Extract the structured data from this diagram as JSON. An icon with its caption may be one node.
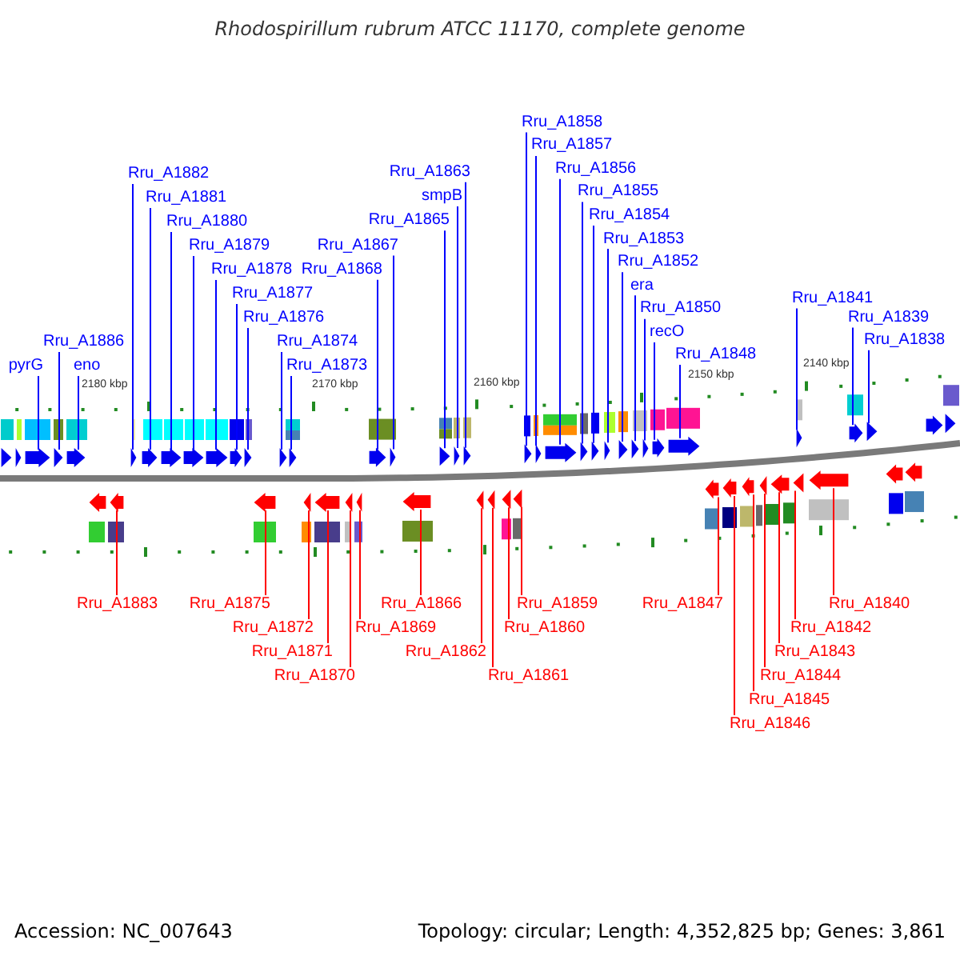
{
  "diagram": {
    "title": "Rhodospirillum rubrum ATCC 11170, complete genome",
    "nodes": [
      {
        "text": [
          "pyrG"
        ]
      },
      {
        "text": [
          "Rru_A1886"
        ]
      },
      {
        "text": [
          "eno"
        ]
      },
      {
        "text": [
          "Rru_A1882"
        ]
      },
      {
        "text": [
          "Rru_A1881"
        ]
      },
      {
        "text": [
          "Rru_A1880"
        ]
      },
      {
        "text": [
          "Rru_A1879"
        ]
      },
      {
        "text": [
          "Rru_A1878"
        ]
      },
      {
        "text": [
          "Rru_A1877"
        ]
      },
      {
        "text": [
          "Rru_A1876"
        ]
      },
      {
        "text": [
          "Rru_A1874"
        ]
      },
      {
        "text": [
          "Rru_A1873"
        ]
      },
      {
        "text": [
          "Rru_A1868"
        ]
      },
      {
        "text": [
          "Rru_A1867"
        ]
      },
      {
        "text": [
          "Rru_A1865"
        ]
      },
      {
        "text": [
          "smpB"
        ]
      },
      {
        "text": [
          "Rru_A1863"
        ]
      },
      {
        "text": [
          "Rru_A1858"
        ]
      },
      {
        "text": [
          "Rru_A1857"
        ]
      },
      {
        "text": [
          "Rru_A1856"
        ]
      },
      {
        "text": [
          "Rru_A1855"
        ]
      },
      {
        "text": [
          "Rru_A1854"
        ]
      },
      {
        "text": [
          "Rru_A1853"
        ]
      },
      {
        "text": [
          "Rru_A1852"
        ]
      },
      {
        "text": [
          "era"
        ]
      },
      {
        "text": [
          "Rru_A1850"
        ]
      },
      {
        "text": [
          "recO"
        ]
      },
      {
        "text": [
          "Rru_A1848"
        ]
      },
      {
        "text": [
          "Rru_A1841"
        ]
      },
      {
        "text": [
          "Rru_A1839"
        ]
      },
      {
        "text": [
          "Rru_A1838"
        ]
      },
      {
        "text": [
          "Rru_A1883"
        ]
      },
      {
        "text": [
          "Rru_A1875"
        ]
      },
      {
        "text": [
          "Rru_A1872"
        ]
      },
      {
        "text": [
          "Rru_A1871"
        ]
      },
      {
        "text": [
          "Rru_A1870"
        ]
      },
      {
        "text": [
          "Rru_A1869"
        ]
      },
      {
        "text": [
          "Rru_A1866"
        ]
      },
      {
        "text": [
          "Rru_A1862"
        ]
      },
      {
        "text": [
          "Rru_A1861"
        ]
      },
      {
        "text": [
          "Rru_A1860"
        ]
      },
      {
        "text": [
          "Rru_A1859"
        ]
      },
      {
        "text": [
          "Rru_A1847"
        ]
      },
      {
        "text": [
          "Rru_A1846"
        ]
      },
      {
        "text": [
          "Rru_A1845"
        ]
      },
      {
        "text": [
          "Rru_A1844"
        ]
      },
      {
        "text": [
          "Rru_A1843"
        ]
      },
      {
        "text": [
          "Rru_A1842"
        ]
      },
      {
        "text": [
          "Rru_A1840"
        ]
      },
      {
        "text": [],
        "shape": "arrow"
      },
      {
        "text": [],
        "shape": "arrow"
      },
      {
        "text": [],
        "shape": "arrow"
      },
      {
        "text": [],
        "shape": "arrow"
      },
      {
        "text": [],
        "shape": "arrow"
      },
      {
        "text": [],
        "shape": "arrow"
      },
      {
        "text": [],
        "shape": "arrow"
      },
      {
        "text": [],
        "shape": "arrow"
      },
      {
        "text": [],
        "shape": "arrow"
      },
      {
        "text": [],
        "shape": "arrow"
      },
      {
        "text": [],
        "shape": "arrow"
      },
      {
        "text": [],
        "shape": "arrow"
      },
      {
        "text": [],
        "shape": "arrow"
      },
      {
        "text": [],
        "shape": "arrow"
      },
      {
        "text": [],
        "shape": "arrow"
      },
      {
        "text": [],
        "shape": "arrow"
      },
      {
        "text": [],
        "shape": "arrow"
      },
      {
        "text": [],
        "shape": "arrow"
      },
      {
        "text": [],
        "shape": "arrow"
      },
      {
        "text": [],
        "shape": "arrow"
      },
      {
        "text": [],
        "shape": "arrow"
      },
      {
        "text": [],
        "shape": "arrow"
      },
      {
        "text": [],
        "shape": "arrow"
      },
      {
        "text": [],
        "shape": "arrow"
      },
      {
        "text": [],
        "shape": "arrow"
      },
      {
        "text": [],
        "shape": "arrow"
      },
      {
        "text": [],
        "shape": "arrow"
      },
      {
        "text": [],
        "shape": "arrow"
      },
      {
        "text": [],
        "shape": "arrow"
      },
      {
        "text": [],
        "shape": "arrow"
      },
      {
        "text": [],
        "shape": "arrow"
      },
      {
        "text": [],
        "shape": "arrow"
      },
      {
        "text": [],
        "shape": "arrow"
      },
      {
        "text": [],
        "shape": "arrow"
      },
      {
        "text": [],
        "shape": "arrow"
      },
      {
        "text": [],
        "shape": "arrow"
      },
      {
        "text": [],
        "shape": "arrow"
      },
      {
        "text": [],
        "shape": "arrow"
      },
      {
        "text": [],
        "shape": "arrow"
      },
      {
        "text": [],
        "shape": "arrow"
      },
      {
        "text": [],
        "shape": "arrow"
      },
      {
        "text": [],
        "shape": "arrow"
      },
      {
        "text": [],
        "shape": "arrow"
      },
      {
        "text": [],
        "shape": "arrow"
      },
      {
        "text": [],
        "shape": "arrow"
      },
      {
        "text": [],
        "shape": "arrow"
      },
      {
        "text": [],
        "shape": "arrow"
      },
      {
        "text": [],
        "shape": "arrow"
      },
      {
        "text": [],
        "shape": "arrow"
      },
      {
        "text": [],
        "shape": "arrow"
      },
      {
        "text": [],
        "shape": "arrow"
      },
      {
        "text": [],
        "shape": "arrow"
      },
      {
        "text": [],
        "shape": "arrow"
      },
      {
        "text": [],
        "shape": "arrow"
      },
      {
        "text": [],
        "shape": "arrow"
      },
      {
        "text": [],
        "shape": "arrow"
      }
    ],
    "edges": [
      {
        "from": 0,
        "to": 49,
        "arrow": "none"
      },
      {
        "from": 1,
        "to": 50,
        "arrow": "none"
      },
      {
        "from": 2,
        "to": 51,
        "arrow": "none"
      },
      {
        "from": 3,
        "to": 52,
        "arrow": "none"
      },
      {
        "from": 4,
        "to": 53,
        "arrow": "none"
      },
      {
        "from": 5,
        "to": 54,
        "arrow": "none"
      },
      {
        "from": 6,
        "to": 55,
        "arrow": "none"
      },
      {
        "from": 7,
        "to": 56,
        "arrow": "none"
      },
      {
        "from": 8,
        "to": 57,
        "arrow": "none"
      },
      {
        "from": 9,
        "to": 58,
        "arrow": "none"
      },
      {
        "from": 10,
        "to": 59,
        "arrow": "none"
      },
      {
        "from": 11,
        "to": 60,
        "arrow": "none"
      },
      {
        "from": 12,
        "to": 61,
        "arrow": "none"
      },
      {
        "from": 13,
        "to": 62,
        "arrow": "none"
      },
      {
        "from": 14,
        "to": 63,
        "arrow": "none"
      },
      {
        "from": 15,
        "to": 64,
        "arrow": "none"
      },
      {
        "from": 16,
        "to": 65,
        "arrow": "none"
      },
      {
        "from": 17,
        "to": 66,
        "arrow": "none"
      },
      {
        "from": 18,
        "to": 67,
        "arrow": "none"
      },
      {
        "from": 19,
        "to": 68,
        "arrow": "none"
      },
      {
        "from": 20,
        "to": 69,
        "arrow": "none"
      },
      {
        "from": 21,
        "to": 70,
        "arrow": "none"
      },
      {
        "from": 22,
        "to": 71,
        "arrow": "none"
      },
      {
        "from": 23,
        "to": 72,
        "arrow": "none"
      },
      {
        "from": 24,
        "to": 73,
        "arrow": "none"
      },
      {
        "from": 25,
        "to": 74,
        "arrow": "none"
      },
      {
        "from": 26,
        "to": 75,
        "arrow": "none"
      },
      {
        "from": 27,
        "to": 76,
        "arrow": "none"
      },
      {
        "from": 28,
        "to": 77,
        "arrow": "none"
      },
      {
        "from": 29,
        "to": 78,
        "arrow": "none"
      },
      {
        "from": 30,
        "to": 79,
        "arrow": "none"
      },
      {
        "from": 31,
        "to": 80,
        "arrow": "none",
        "color": "#ff0000"
      },
      {
        "from": 32,
        "to": 81,
        "arrow": "none",
        "color": "#ff0000"
      },
      {
        "from": 33,
        "to": 82,
        "arrow": "none",
        "color": "#ff0000"
      },
      {
        "from": 34,
        "to": 83,
        "arrow": "none",
        "color": "#ff0000"
      },
      {
        "from": 35,
        "to": 84,
        "arrow": "none",
        "color": "#ff0000"
      },
      {
        "from": 36,
        "to": 85,
        "arrow": "none",
        "color": "#ff0000"
      },
      {
        "from": 37,
        "to": 86,
        "arrow": "none",
        "color": "#ff0000"
      },
      {
        "from": 38,
        "to": 87,
        "arrow": "none",
        "color": "#ff0000"
      },
      {
        "from": 39,
        "to": 88,
        "arrow": "none",
        "color": "#ff0000"
      },
      {
        "from": 40,
        "to": 89,
        "arrow": "none",
        "color": "#ff0000"
      },
      {
        "from": 41,
        "to": 90,
        "arrow": "none",
        "color": "#ff0000"
      },
      {
        "from": 42,
        "to": 91,
        "arrow": "none",
        "color": "#ff0000"
      },
      {
        "from": 43,
        "to": 92,
        "arrow": "none",
        "color": "#ff0000"
      },
      {
        "from": 44,
        "to": 93,
        "arrow": "none",
        "color": "#ff0000"
      },
      {
        "from": 45,
        "to": 94,
        "arrow": "none",
        "color": "#ff0000"
      },
      {
        "from": 46,
        "to": 95,
        "arrow": "none",
        "color": "#ff0000"
      },
      {
        "from": 47,
        "to": 96,
        "arrow": "none",
        "color": "#ff0000"
      },
      {
        "from": 48,
        "to": 97,
        "arrow": "none",
        "color": "#ff0000"
      }
    ],
    "labels": [
      "2180 kbp",
      "2170 kbp",
      "2160 kbp",
      "2150 kbp",
      "2140 kbp",
      "Accession: NC_007643",
      "Topology: circular; Length: 4,352,825 bp; Genes: 3,861"
    ]
  }
}
